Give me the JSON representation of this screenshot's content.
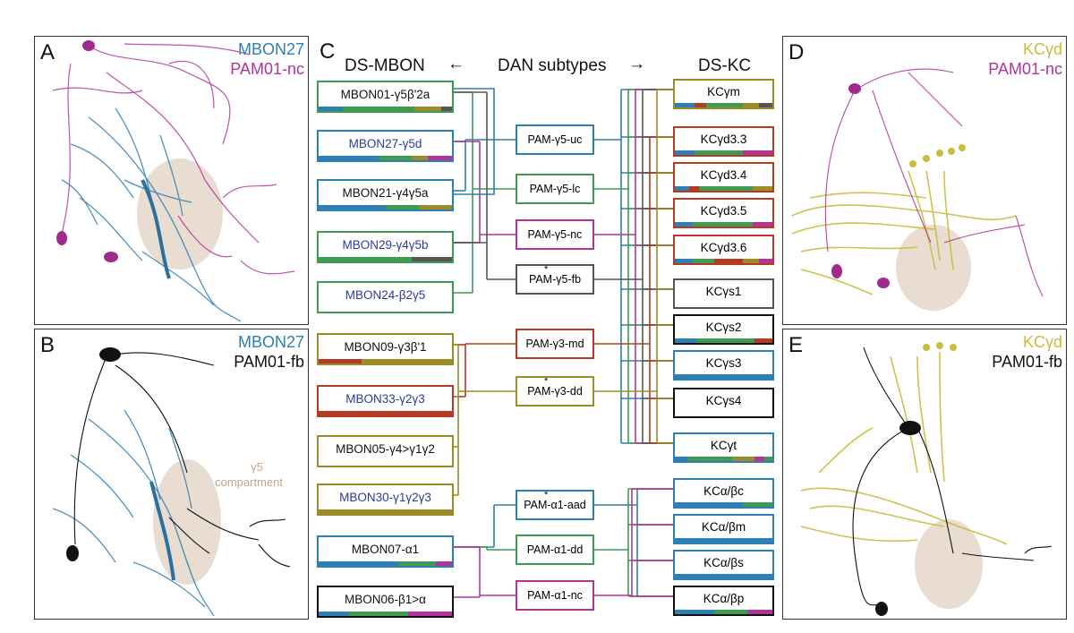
{
  "colors": {
    "blue": "#2e7fb4",
    "green": "#3f9a52",
    "magenta": "#b2339a",
    "gray": "#555555",
    "red": "#b53a22",
    "olive": "#9c8c28",
    "black": "#111111",
    "navy_text": "#2b3b9e",
    "yellow": "#c9bd3a",
    "beige": "#c4a58a"
  },
  "panels": {
    "A": {
      "letter": "A",
      "legend1": "MBON27",
      "legend2": "PAM01-nc"
    },
    "B": {
      "letter": "B",
      "legend1": "MBON27",
      "legend2": "PAM01-fb",
      "annotation1": "γ5",
      "annotation2": "compartment"
    },
    "C": {
      "letter": "C"
    },
    "D": {
      "letter": "D",
      "legend1": "KCγd",
      "legend2": "PAM01-nc"
    },
    "E": {
      "letter": "E",
      "legend1": "KCγd",
      "legend2": "PAM01-fb"
    }
  },
  "header": {
    "left": "DS-MBON",
    "center": "DAN subtypes",
    "right": "DS-KC",
    "left_arrow": "←",
    "right_arrow": "→"
  },
  "mbons": [
    {
      "label": "MBON01-γ5β'2a",
      "text_color": "#111111",
      "border": "#3f9a52",
      "bar": [
        [
          "#2e7fb4",
          18
        ],
        [
          "#3f9a52",
          54
        ],
        [
          "#9c8c28",
          20
        ],
        [
          "#555555",
          8
        ]
      ]
    },
    {
      "label": "MBON27-γ5d",
      "text_color": "#2b3b9e",
      "border": "#2e7fb4",
      "bar": [
        [
          "#2e7fb4",
          45
        ],
        [
          "#3f9a52",
          25
        ],
        [
          "#9c8c28",
          12
        ],
        [
          "#b2339a",
          18
        ]
      ]
    },
    {
      "label": "MBON21-γ4γ5a",
      "text_color": "#111111",
      "border": "#2e7fb4",
      "bar": [
        [
          "#2e7fb4",
          50
        ],
        [
          "#3f9a52",
          25
        ],
        [
          "#9c8c28",
          25
        ]
      ]
    },
    {
      "label": "MBON29-γ4γ5b",
      "text_color": "#2b3b9e",
      "border": "#3f9a52",
      "bar": [
        [
          "#3f9a52",
          70
        ],
        [
          "#555555",
          30
        ]
      ]
    },
    {
      "label": "MBON24-β2γ5",
      "text_color": "#2b3b9e",
      "border": "#3f9a52",
      "bar": []
    },
    {
      "label": "MBON09-γ3β'1",
      "text_color": "#111111",
      "border": "#9c8c28",
      "bar": [
        [
          "#b53a22",
          32
        ],
        [
          "#9c8c28",
          68
        ]
      ]
    },
    {
      "label": "MBON33-γ2γ3",
      "text_color": "#2b3b9e",
      "border": "#b53a22",
      "bar": [
        [
          "#b53a22",
          100
        ]
      ]
    },
    {
      "label": "MBON05-γ4>γ1γ2",
      "text_color": "#111111",
      "border": "#9c8c28",
      "bar": []
    },
    {
      "label": "MBON30-γ1γ2γ3",
      "text_color": "#2b3b9e",
      "border": "#9c8c28",
      "bar": [
        [
          "#9c8c28",
          100
        ]
      ]
    },
    {
      "label": "MBON07-α1",
      "text_color": "#111111",
      "border": "#2e7fb4",
      "bar": [
        [
          "#2e7fb4",
          60
        ],
        [
          "#3f9a52",
          28
        ],
        [
          "#b2339a",
          12
        ]
      ]
    },
    {
      "label": "MBON06-β1>α",
      "text_color": "#111111",
      "border": "#111111",
      "bar": [
        [
          "#2e7fb4",
          22
        ],
        [
          "#3f9a52",
          45
        ],
        [
          "#b2339a",
          33
        ]
      ]
    }
  ],
  "dans": [
    {
      "label": "PAM-γ5-uc",
      "border": "#2e7fb4",
      "star": false
    },
    {
      "label": "PAM-γ5-lc",
      "border": "#3f9a52",
      "star": false
    },
    {
      "label": "PAM-γ5-nc",
      "border": "#b2339a",
      "star": false
    },
    {
      "label": "PAM-γ5-fb",
      "border": "#555555",
      "star": true
    },
    {
      "label": "PAM-γ3-md",
      "border": "#b53a22",
      "star": false
    },
    {
      "label": "PAM-γ3-dd",
      "border": "#9c8c28",
      "star": true
    },
    {
      "label": "PAM-α1-aad",
      "border": "#2e7fb4",
      "star": true
    },
    {
      "label": "PAM-α1-dd",
      "border": "#3f9a52",
      "star": false
    },
    {
      "label": "PAM-α1-nc",
      "border": "#b2339a",
      "star": false
    }
  ],
  "dan_star": "*",
  "kcs": [
    {
      "label": "KCγm",
      "border": "#9c8c28",
      "bar": [
        [
          "#2e7fb4",
          20
        ],
        [
          "#b53a22",
          12
        ],
        [
          "#3f9a52",
          38
        ],
        [
          "#9c8c28",
          16
        ],
        [
          "#555555",
          14
        ]
      ]
    },
    {
      "label": "KCγd3.3",
      "border": "#b53a22",
      "bar": [
        [
          "#2e7fb4",
          20
        ],
        [
          "#3f9a52",
          50
        ],
        [
          "#b2339a",
          30
        ]
      ]
    },
    {
      "label": "KCγd3.4",
      "border": "#b53a22",
      "bar": [
        [
          "#2e7fb4",
          15
        ],
        [
          "#b53a22",
          10
        ],
        [
          "#3f9a52",
          55
        ],
        [
          "#9c8c28",
          20
        ]
      ]
    },
    {
      "label": "KCγd3.5",
      "border": "#b53a22",
      "bar": [
        [
          "#2e7fb4",
          18
        ],
        [
          "#3f9a52",
          62
        ],
        [
          "#b2339a",
          20
        ]
      ]
    },
    {
      "label": "KCγd3.6",
      "border": "#b53a22",
      "bar": [
        [
          "#2e7fb4",
          18
        ],
        [
          "#3f9a52",
          22
        ],
        [
          "#b53a22",
          30
        ],
        [
          "#9c8c28",
          16
        ],
        [
          "#b2339a",
          14
        ]
      ]
    },
    {
      "label": "KCγs1",
      "border": "#555555",
      "bar": []
    },
    {
      "label": "KCγs2",
      "border": "#111111",
      "bar": [
        [
          "#2e7fb4",
          22
        ],
        [
          "#3f9a52",
          60
        ],
        [
          "#b53a22",
          18
        ]
      ]
    },
    {
      "label": "KCγs3",
      "border": "#2e7fb4",
      "bar": [
        [
          "#2e7fb4",
          100
        ]
      ]
    },
    {
      "label": "KCγs4",
      "border": "#111111",
      "bar": []
    },
    {
      "label": "KCγt",
      "border": "#2e7fb4",
      "bar": [
        [
          "#2e7fb4",
          14
        ],
        [
          "#3f9a52",
          46
        ],
        [
          "#9c8c28",
          22
        ],
        [
          "#b2339a",
          10
        ],
        [
          "#3f9a52",
          8
        ]
      ]
    },
    {
      "label": "KCα/βc",
      "border": "#2e7fb4",
      "bar": [
        [
          "#2e7fb4",
          70
        ],
        [
          "#3f9a52",
          30
        ]
      ]
    },
    {
      "label": "KCα/βm",
      "border": "#2e7fb4",
      "bar": [
        [
          "#2e7fb4",
          100
        ]
      ]
    },
    {
      "label": "KCα/βs",
      "border": "#2e7fb4",
      "bar": [
        [
          "#2e7fb4",
          100
        ]
      ]
    },
    {
      "label": "KCα/βp",
      "border": "#111111",
      "bar": [
        [
          "#2e7fb4",
          40
        ],
        [
          "#3f9a52",
          34
        ],
        [
          "#b2339a",
          26
        ]
      ]
    }
  ]
}
